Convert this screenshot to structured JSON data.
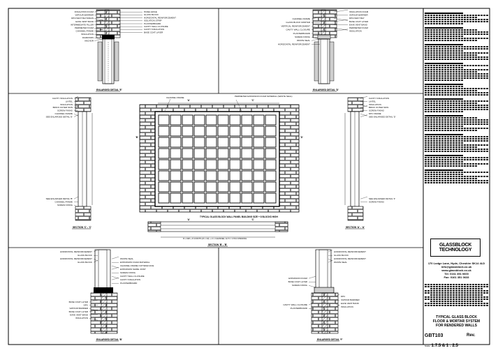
{
  "details": {
    "top_left": {
      "title": "ENLARGED DETAIL 'E'",
      "labels": [
        "INSULATION FOAM",
        "VAPOUR BARRIER",
        "DPC/VENT BAY/DRAIN",
        "EAVE VENT BAND",
        "INTERMEDIATE FILLER",
        "PERIMETER FOAM",
        "CHANNEL FRAME",
        "INSULATION",
        "DIAMONDS",
        "ANCHOR",
        "PANEL EDGE",
        "GLASS BLOCK",
        "HORIZONTAL REINFORCEMENT",
        "ISOLATION STRIP",
        "PLASTERBOARD",
        "CAVITY WALL CLOSURE",
        "CAVITY INSULATION",
        "BASE COAT LAYER"
      ]
    },
    "top_right": {
      "title": "ENLARGED DETAIL 'D'",
      "labels": [
        "INSULATION FOAM",
        "VAPOUR BARRIER",
        "DPC/VENT BAY",
        "BASE COAT LAYER",
        "EAVE VENT BAND",
        "PERIMETER FOAM",
        "INSULATION",
        "CHANNEL FRAME",
        "GLASS BLOCK MORTAR",
        "VERTICAL REINFORCEMENT",
        "CAVITY WALL CLOSURE",
        "PLASTERBOARD",
        "SCREW FIXING",
        "WASTE SEAL",
        "HORIZONTAL REINFORCEMENT"
      ]
    },
    "middle_left": {
      "title": "SECTION 'C' - 'C'",
      "labels": [
        "CAVITY INSULATION",
        "LINTEL",
        "INSULATION",
        "BRICK OUTER SKIN",
        "SCREW FIXING",
        "CHANNEL FRAME",
        "SEE ENLARGED DETAIL 'E'",
        "SEE ENLARGED DETAIL 'B'",
        "CHANNEL FRAME",
        "SCREW FIXING"
      ]
    },
    "middle_right": {
      "title": "SECTION 'A' - 'A'",
      "labels": [
        "CAVITY INSULATION",
        "LINTEL",
        "INSULATION",
        "BRICK OUTER SKIN",
        "SCREW FIXING",
        "DPC FRAME",
        "SEE ENLARGED DETAIL 'D'",
        "SEE ENLARGED DETAIL 'F'",
        "SCREW FIXING"
      ]
    },
    "bottom_left": {
      "title": "ENLARGED DETAIL 'B'",
      "labels": [
        "HORIZONTAL REINFORCEMENT",
        "GLASS BLOCK",
        "HORIZONTAL REINFORCEMENT",
        "GLASS BLOCK",
        "WASTE SEAL",
        "EXPANSION FOAM MATERIAL",
        "CHANNEL FRAME OUTSIDE FACE",
        "EXPANSION SHIRE JOINT",
        "SCREW FIXING",
        "CAVITY WALL CLOSURE",
        "CAVITY INSULATION",
        "PLASTERBOARD",
        "BASE COAT LAYER",
        "DPC",
        "VAPOUR BARRIER",
        "BASE COAT LAYER",
        "EAVE VENT BAND",
        "INSULATION"
      ]
    },
    "bottom_right": {
      "title": "ENLARGED DETAIL 'F'",
      "labels": [
        "HORIZONTAL REINFORCEMENT",
        "GLASS BLOCK",
        "HORIZONTAL REINFORCEMENT",
        "WASTE SEAL",
        "EXPANSION FOAM",
        "BASE COAT LAYER",
        "SCREW FIXING",
        "CAVITY WALL CLOSURE",
        "PLASTERBOARD",
        "DPC",
        "VAPOUR BARRIER",
        "EAVE VENT BAND",
        "INSULATION"
      ]
    }
  },
  "elevation": {
    "top_labels": [
      "CHANNEL FRAME",
      "PERIMETER EXPANSION FOAM MATERIAL (WASTE SEAL)"
    ],
    "markers": [
      "'A'",
      "'C'",
      "'B'",
      "'D'",
      "'A'",
      "'C'"
    ],
    "panel_caption": "TYPICAL GLASS BLOCK WALL PANEL BUILDING SIZE + 8 BLOCKS HIGH",
    "dim_caption": "8 x 198 + 8 JOINTS (8 x 10) + 2 x CHANNEL 12.5 = 1764 OPENING",
    "section_title": "SECTION 'B' - 'B'",
    "rows": 8,
    "cols": 10
  },
  "title_block": {
    "logo_line1": "GLASSBLOCK",
    "logo_line2": "TECHNOLOGY",
    "address": [
      "170 Lodge Lane, Hyde, Cheshire SK14 4LD",
      "info@glassblock.co.uk",
      "www.glassblock.co.uk",
      "Tel: 0161 351 0600",
      "Fax: 0161 351 0633"
    ],
    "title": [
      "TYPICAL GLASS BLOCK",
      "FLOOR & MORTAR SYSTEM",
      "FOR RENDERED WALLS"
    ],
    "drawing_no": "GBT103",
    "rev_label": "Rev.",
    "scale_label": "Scale",
    "scale": "1:7.5 & 1 : 2.5"
  },
  "colors": {
    "line": "#000000",
    "paper": "#ffffff",
    "hatch": "#555555"
  }
}
